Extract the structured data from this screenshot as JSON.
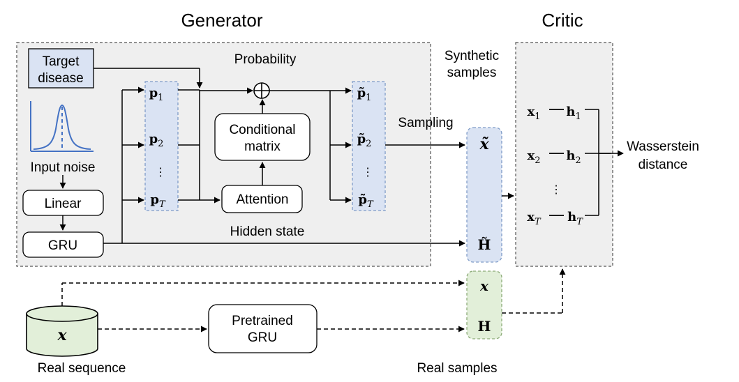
{
  "titles": {
    "generator": "Generator",
    "critic": "Critic"
  },
  "generator": {
    "target_disease": [
      "Target",
      "disease"
    ],
    "input_noise": "Input noise",
    "linear": "Linear",
    "gru": "GRU",
    "probability": "Probability",
    "conditional_matrix": [
      "Conditional",
      "matrix"
    ],
    "attention": "Attention",
    "hidden_state": "Hidden state",
    "p_items": [
      "p",
      "p",
      "p"
    ],
    "p_subs": [
      "1",
      "2",
      "T"
    ],
    "pt_items": [
      "p̃",
      "p̃",
      "p̃"
    ],
    "pt_subs": [
      "1",
      "2",
      "T"
    ],
    "ellipsis": "⋮"
  },
  "synthetic": {
    "label": [
      "Synthetic",
      "samples"
    ],
    "sampling": "Sampling",
    "x": "x̃",
    "h": "H̃"
  },
  "real": {
    "sequence": "Real sequence",
    "db_symbol": "x",
    "pretrained": [
      "Pretrained",
      "GRU"
    ],
    "samples": "Real samples",
    "x": "x",
    "h": "H"
  },
  "critic": {
    "x_items": [
      "x",
      "x",
      "x"
    ],
    "h_items": [
      "h",
      "h",
      "h"
    ],
    "subs": [
      "1",
      "2",
      "T"
    ],
    "ellipsis": "⋮",
    "output": [
      "Wasserstein",
      "distance"
    ]
  },
  "colors": {
    "panel_fill": "#efefef",
    "blue_fill": "#dae3f3",
    "blue_stroke": "#7f9cc8",
    "green_fill": "#e2efd9",
    "green_stroke": "#8cab78",
    "curve": "#4472c4",
    "line": "#000000"
  }
}
